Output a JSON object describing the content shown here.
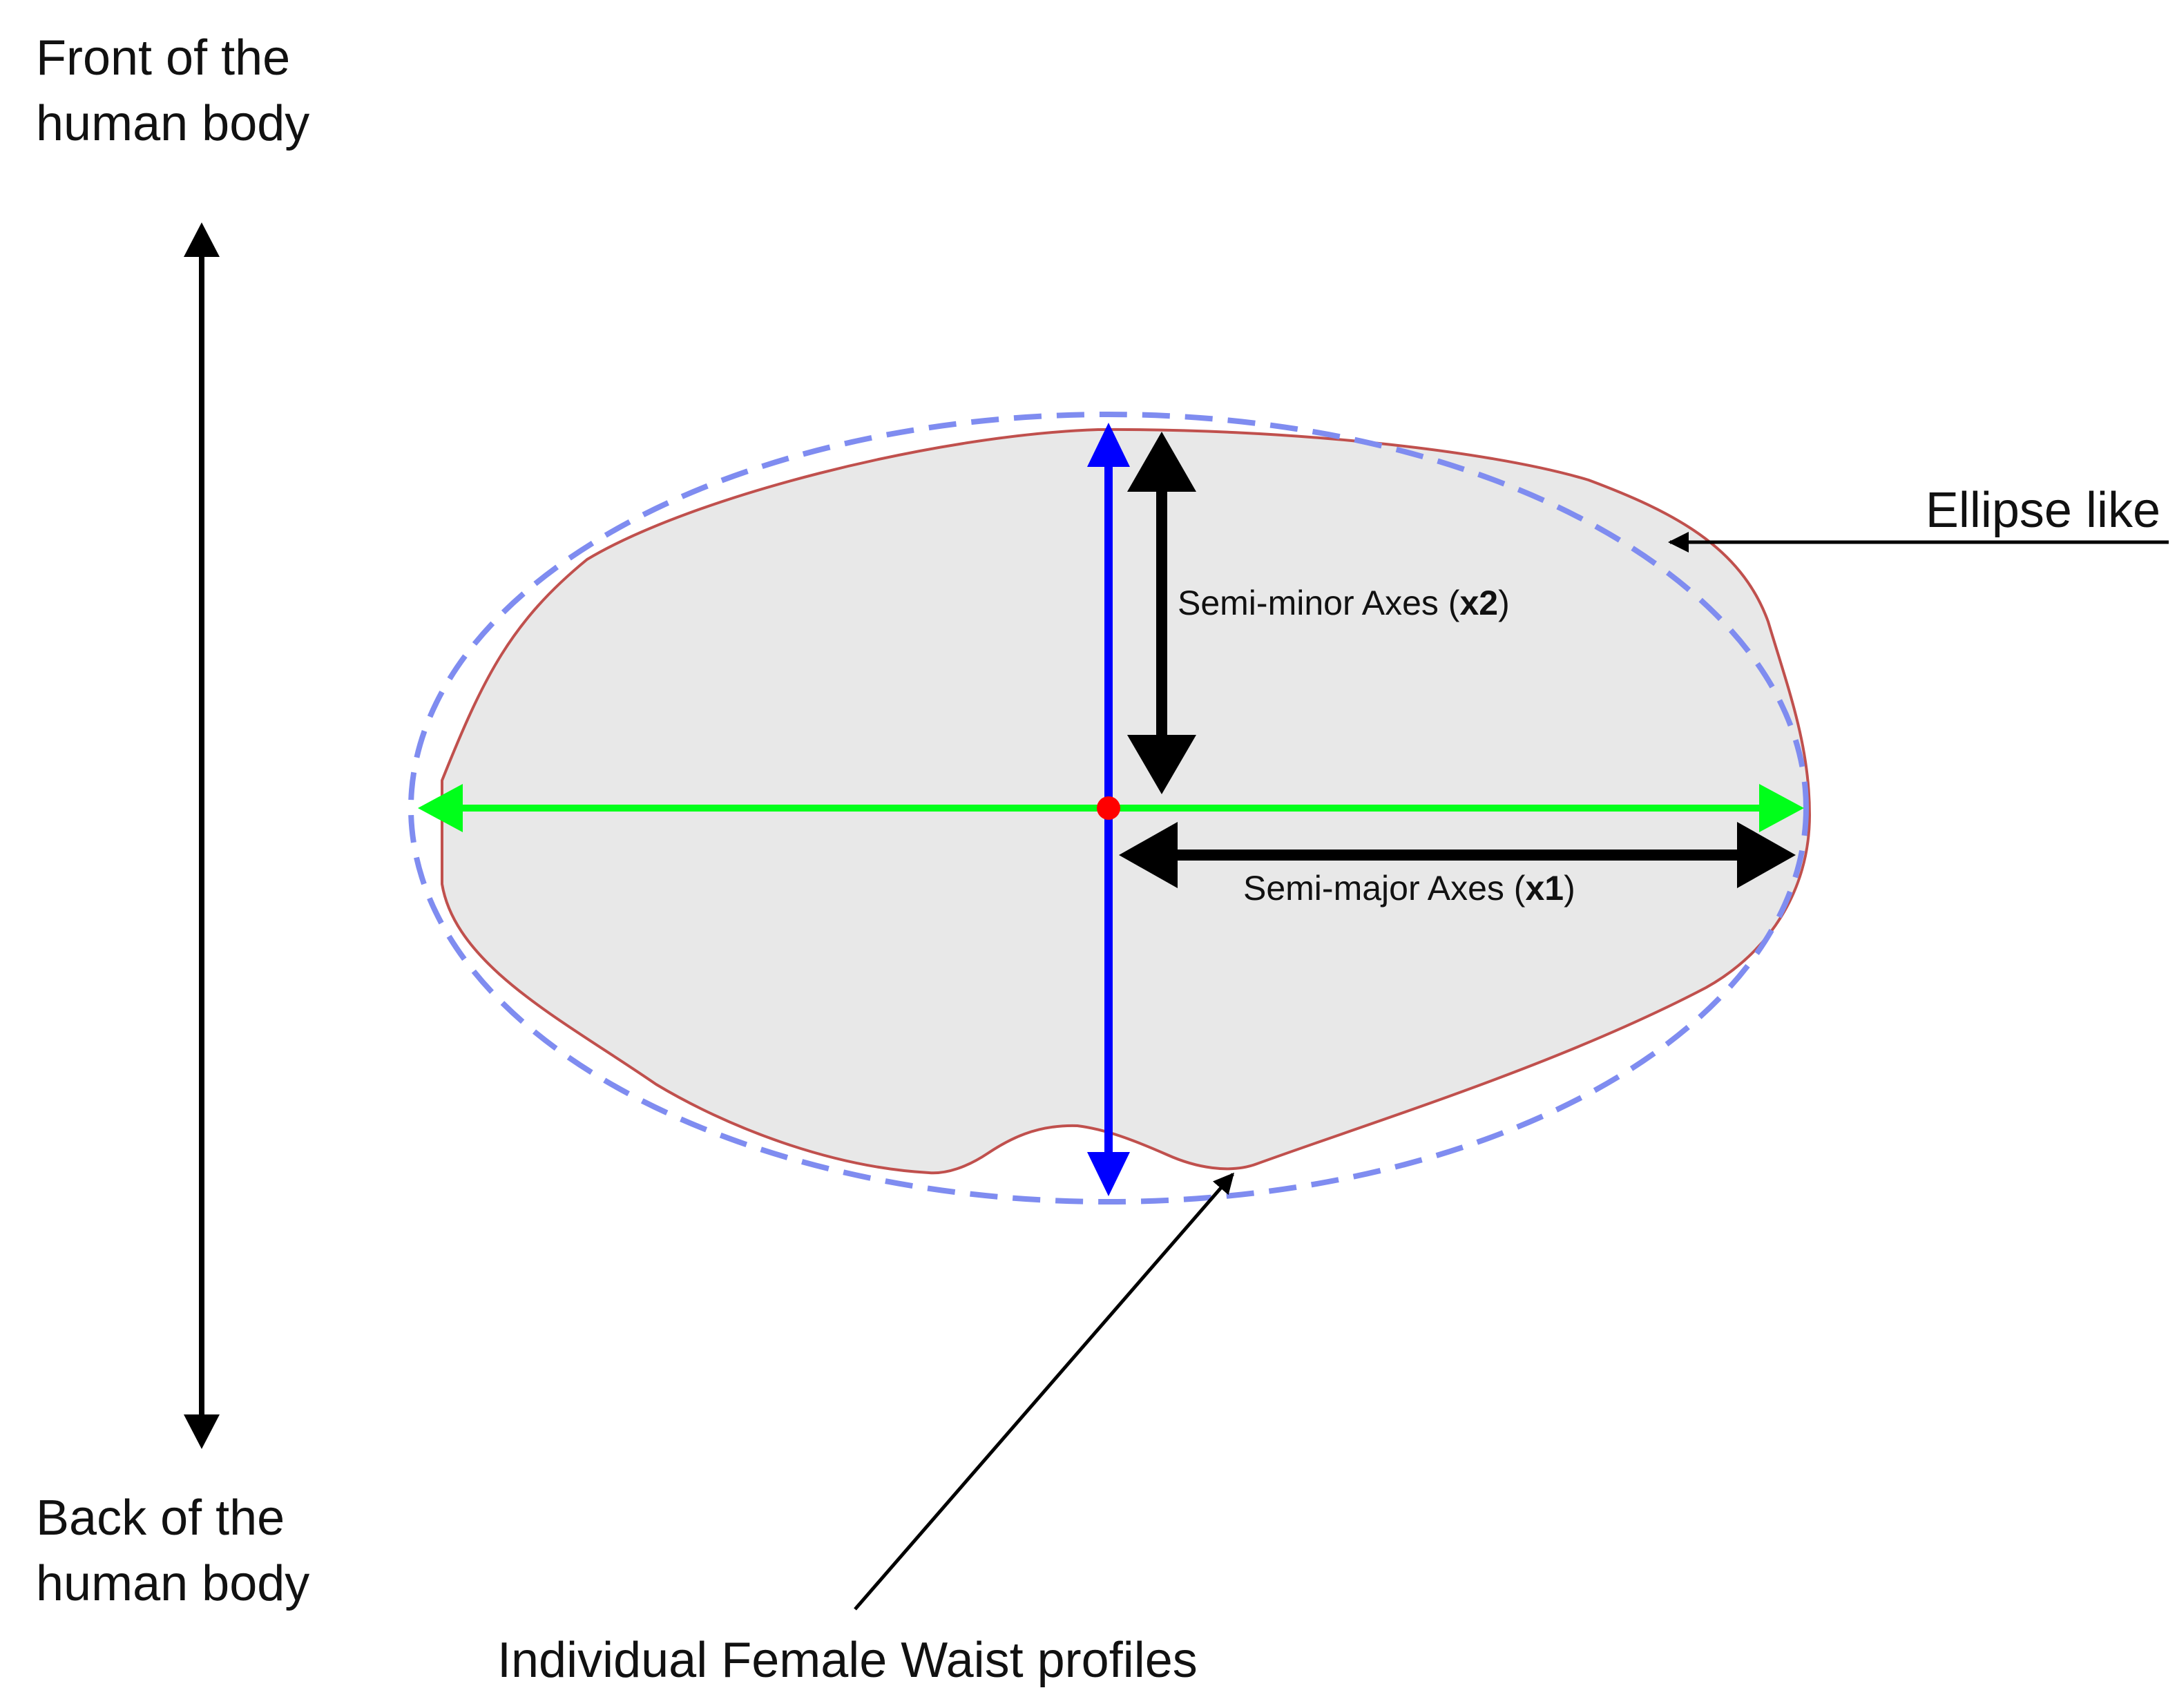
{
  "labels": {
    "front_line1": "Front of the",
    "front_line2": "human body",
    "back_line1": "Back of the",
    "back_line2": "human body",
    "ellipse_like": "Ellipse like",
    "semi_minor_prefix": "Semi-minor Axes (",
    "semi_minor_var": "x2",
    "semi_minor_suffix": ")",
    "semi_major_prefix": "Semi-major Axes (",
    "semi_major_var": "x1",
    "semi_major_suffix": ")",
    "waist_profiles": "Individual Female Waist profiles"
  },
  "colors": {
    "profile_fill": "#e8e8e8",
    "profile_stroke": "#c0504d",
    "ellipse_dashed": "#7f8cf0",
    "major_axis": "#00ff1a",
    "minor_axis": "#0000ff",
    "center_point": "#ff0000",
    "dimension_arrows": "#000000"
  }
}
